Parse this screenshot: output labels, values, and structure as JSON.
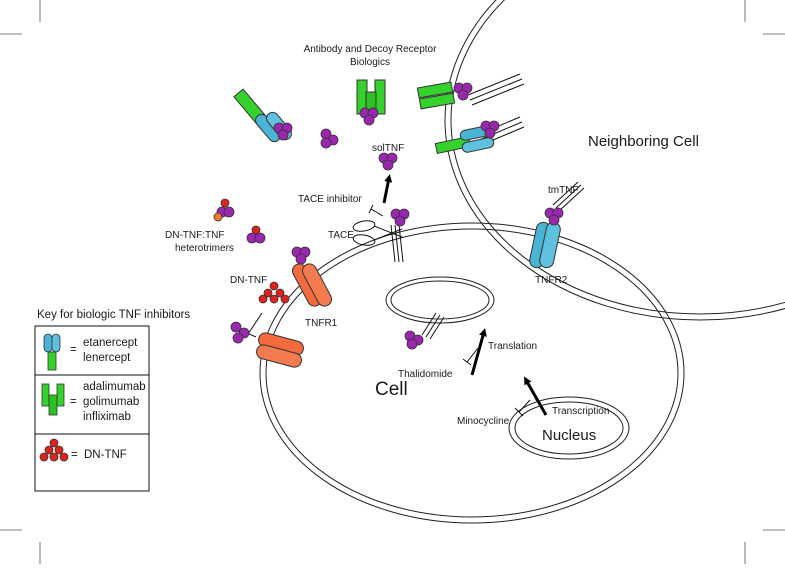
{
  "labels": {
    "biologics_title_1": "Antibody and Decoy Receptor",
    "biologics_title_2": "Biologics",
    "neighboring_cell": "Neighboring Cell",
    "soltnf": "solTNF",
    "tmtnf": "tmTNF",
    "tace_inhibitor": "TACE inhibitor",
    "tace": "TACE",
    "dn_tnf_tnf_1": "DN-TNF:TNF",
    "dn_tnf_tnf_2": "heterotrimers",
    "dn_tnf": "DN-TNF",
    "tnfr1": "TNFR1",
    "tnfr2": "TNFR2",
    "translation": "Translation",
    "thalidomide": "Thalidomide",
    "cell": "Cell",
    "minocycline": "Minocycline",
    "transcription": "Transcription",
    "nucleus": "Nucleus"
  },
  "key": {
    "title": "Key for biologic TNF inhibitors",
    "rows": [
      {
        "eq": "=",
        "names": [
          "etanercept",
          "lenercept"
        ]
      },
      {
        "eq": "=",
        "names": [
          "adalimumab",
          "golimumab",
          "infliximab"
        ]
      },
      {
        "eq": "=",
        "names": [
          "DN-TNF"
        ]
      }
    ]
  },
  "colors": {
    "tnf_purple": "#9b27b0",
    "dn_red": "#e0221c",
    "receptor_blue": "#49b4d4",
    "antibody_green": "#35d12c",
    "tnfr1_orange": "#f26a3d"
  },
  "icons": {
    "trimer": "tnf-trimer-icon",
    "antibody": "antibody-icon",
    "decoy": "decoy-receptor-icon",
    "dn": "dn-tnf-icon"
  }
}
